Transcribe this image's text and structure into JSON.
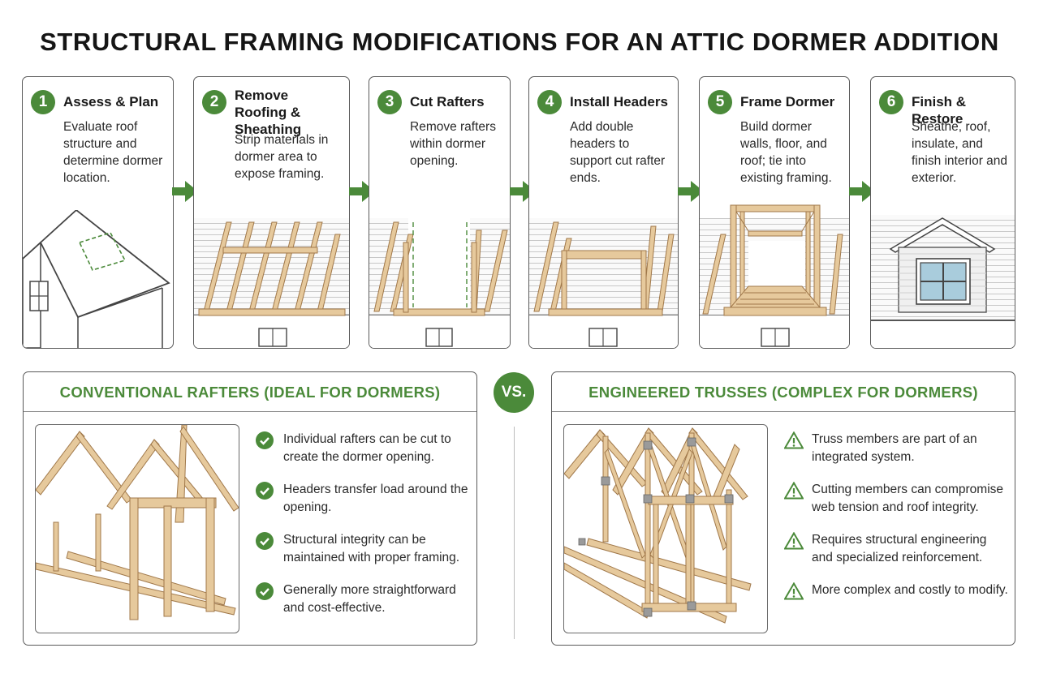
{
  "title": "STRUCTURAL FRAMING MODIFICATIONS FOR AN ATTIC DORMER ADDITION",
  "colors": {
    "accent_green": "#4b8a3a",
    "wood": "#e6c99c",
    "wood_stroke": "#a0784a",
    "outline": "#5a5a5a",
    "siding": "#c8c8c8",
    "window_glass": "#a9ccdc"
  },
  "steps": [
    {
      "number": "1",
      "title": "Assess & Plan",
      "description": "Evaluate roof structure and determine dormer location.",
      "illustration": "house-roof-outline-icon"
    },
    {
      "number": "2",
      "title": "Remove Roofing & Sheathing",
      "description": "Strip materials in dormer area to expose framing.",
      "illustration": "exposed-rafters-icon"
    },
    {
      "number": "3",
      "title": "Cut Rafters",
      "description": "Remove rafters within dormer opening.",
      "illustration": "cut-rafters-icon"
    },
    {
      "number": "4",
      "title": "Install Headers",
      "description": "Add double headers to support cut rafter ends.",
      "illustration": "headers-icon"
    },
    {
      "number": "5",
      "title": "Frame Dormer",
      "description": "Build dormer walls, floor, and roof; tie into existing framing.",
      "illustration": "dormer-frame-icon"
    },
    {
      "number": "6",
      "title": "Finish & Restore",
      "description": "Sheathe, roof, insulate, and finish interior and exterior.",
      "illustration": "finished-dormer-icon"
    }
  ],
  "comparison": {
    "vs_label": "VS.",
    "rafters": {
      "title": "CONVENTIONAL RAFTERS (IDEAL FOR DORMERS)",
      "icon": "check-circle-icon",
      "points": [
        "Individual rafters can be cut to create the dormer opening.",
        "Headers transfer load around the opening.",
        "Structural integrity can be maintained with proper framing.",
        "Generally more straightforward and cost-effective."
      ]
    },
    "trusses": {
      "title": "ENGINEERED TRUSSES (COMPLEX FOR DORMERS)",
      "icon": "warning-triangle-icon",
      "points": [
        "Truss members are part of an integrated system.",
        "Cutting members can compromise web tension and roof integrity.",
        "Requires structural engineering and specialized reinforcement.",
        "More complex and costly to modify."
      ]
    }
  }
}
